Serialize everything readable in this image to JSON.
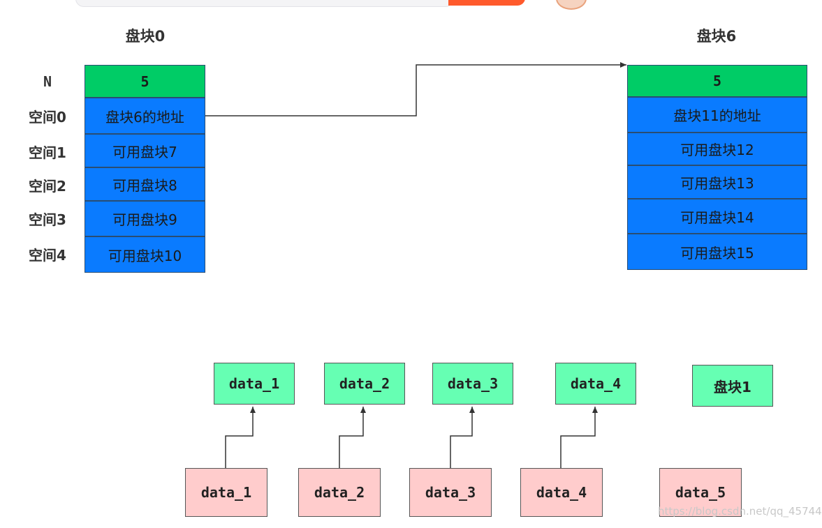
{
  "colors": {
    "header_green": "#00cc66",
    "cell_blue": "#0a7bff",
    "data_green": "#66ffb3",
    "data_pink": "#ffcccc",
    "search_button": "#ff5a2c"
  },
  "block0": {
    "title": "盘块0",
    "labels": [
      "N",
      "空间0",
      "空间1",
      "空间2",
      "空间3",
      "空间4"
    ],
    "header": "5",
    "cells": [
      "盘块6的地址",
      "可用盘块7",
      "可用盘块8",
      "可用盘块9",
      "可用盘块10"
    ]
  },
  "block6": {
    "title": "盘块6",
    "header": "5",
    "cells": [
      "盘块11的地址",
      "可用盘块12",
      "可用盘块13",
      "可用盘块14",
      "可用盘块15"
    ]
  },
  "upper_boxes": [
    "data_1",
    "data_2",
    "data_3",
    "data_4",
    "盘块1"
  ],
  "lower_boxes": [
    "data_1",
    "data_2",
    "data_3",
    "data_4",
    "data_5"
  ],
  "watermark": "https://blog.csdn.net/qq_45744"
}
